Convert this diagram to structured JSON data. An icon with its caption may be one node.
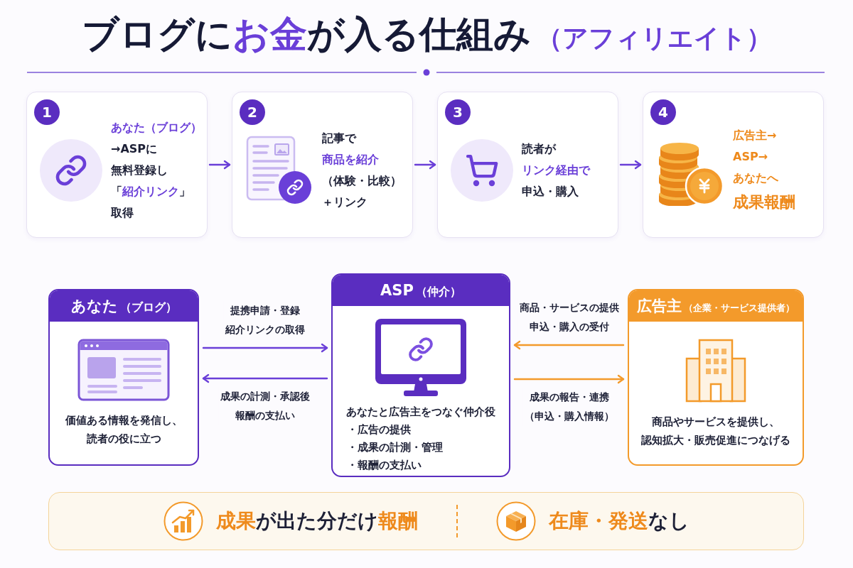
{
  "diagram": {
    "title": "ブログに**お金**が入る仕組み**（アフィリエイト）**",
    "nodes": [
      {
        "text": [
          "1",
          "**あなた（ブログ）**→ASPに無料登録し「**紹介リンク**」取得"
        ]
      },
      {
        "text": [
          "2",
          "記事で**商品を紹介**（体験・比較）＋リンク"
        ]
      },
      {
        "text": [
          "3",
          "読者が**リンク経由で**申込・購入"
        ]
      },
      {
        "text": [
          "4",
          "広告主→ASP→あなたへ**成果報酬**"
        ]
      },
      {
        "text": [
          "**あなた**（ブログ）",
          "価値ある情報を発信し、読者の役に立つ"
        ]
      },
      {
        "text": [
          "**ASP**（仲介）",
          "あなたと広告主をつなぐ仲介役",
          "・広告の提供",
          "・成果の計測・管理",
          "・報酬の支払い"
        ]
      },
      {
        "text": [
          "**広告主**（企業・サービス提供者）",
          "商品やサービスを提供し、認知拡大・販売促進につなげる"
        ]
      },
      {
        "text": [
          "**成果**が出た分だけ**報酬**",
          "**在庫・発送**なし"
        ]
      }
    ],
    "edges": [
      {
        "from": 0,
        "to": 1,
        "arrow": "to"
      },
      {
        "from": 1,
        "to": 2,
        "arrow": "to"
      },
      {
        "from": 2,
        "to": 3,
        "arrow": "to"
      },
      {
        "from": 4,
        "to": 5,
        "arrow": "to",
        "label": "提携申請・登録紹介リンクの取得"
      },
      {
        "from": 5,
        "to": 4,
        "arrow": "to",
        "label": "成果の計測・承認後報酬の支払い"
      },
      {
        "from": 6,
        "to": 5,
        "arrow": "to",
        "label": "商品・サービスの提供申込・購入の受付",
        "color": "#f39a2b"
      },
      {
        "from": 5,
        "to": 6,
        "arrow": "to",
        "label": "成果の報告・連携（申込・購入情報）",
        "color": "#f39a2b"
      }
    ]
  }
}
